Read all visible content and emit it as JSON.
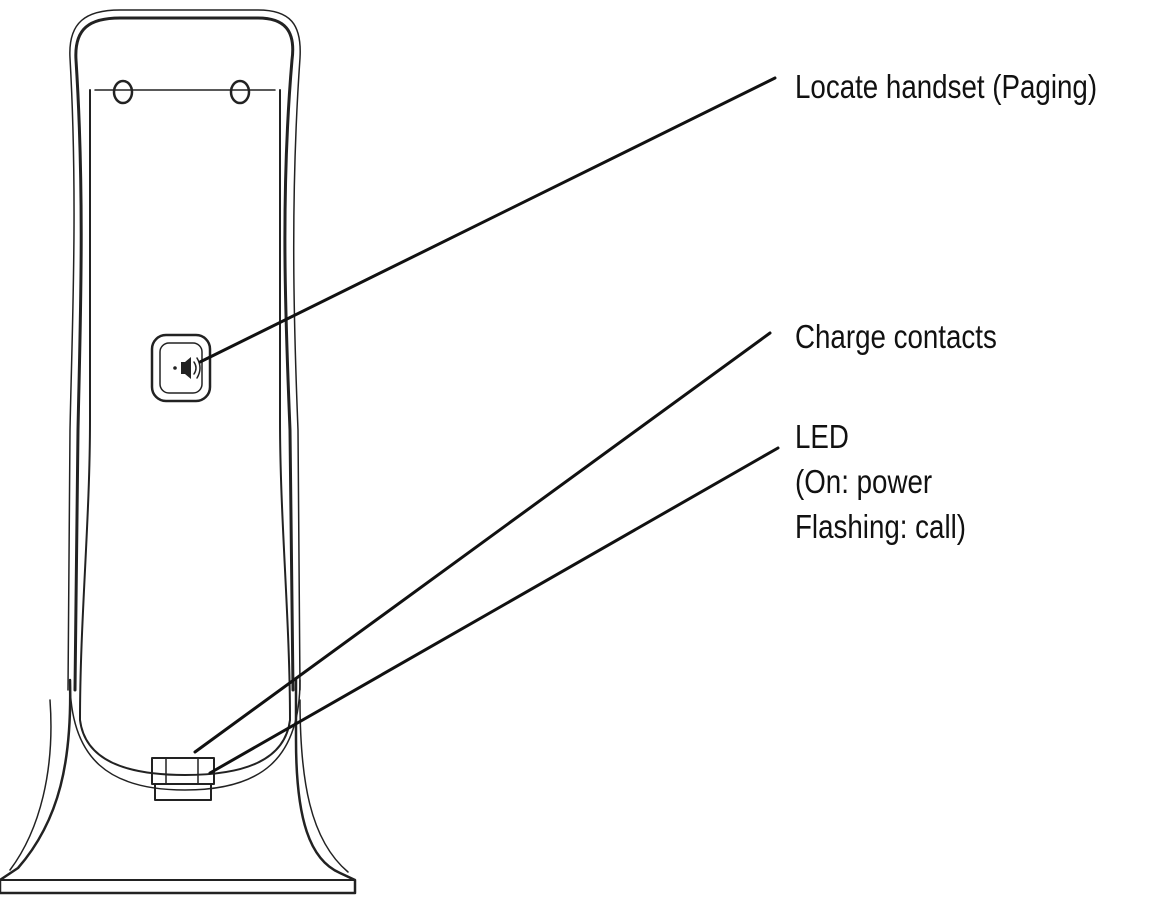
{
  "diagram": {
    "callouts": [
      {
        "id": "paging",
        "lines": [
          "Locate handset (Paging)"
        ]
      },
      {
        "id": "contacts",
        "lines": [
          "Charge contacts"
        ]
      },
      {
        "id": "led",
        "lines": [
          "LED",
          "(On: power",
          "Flashing: call)"
        ]
      }
    ],
    "icons": {
      "paging_button": "speaker-icon"
    },
    "colors": {
      "line": "#111111",
      "outline": "#222222",
      "background": "#ffffff"
    }
  }
}
